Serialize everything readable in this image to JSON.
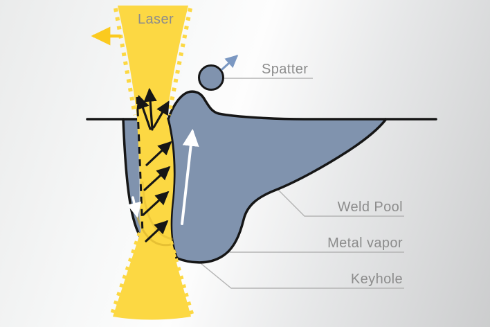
{
  "diagram": {
    "title_context": "Laser deep-penetration welding keyhole diagram",
    "labels": {
      "laser": "Laser",
      "spatter": "Spatter",
      "weld_pool": "Weld Pool",
      "metal_vapor": "Metal vapor",
      "keyhole": "Keyhole"
    },
    "icons": [
      {
        "name": "laser-travel-direction-arrow",
        "glyph": "left-arrow",
        "color_key": "arrow_yellow"
      },
      {
        "name": "spatter-ejection-arrow",
        "glyph": "up-right-arrow",
        "color_key": "spatter_arrow_blue"
      },
      {
        "name": "vapor-escape-arrows",
        "glyph": "fan-of-3-up-arrows",
        "color_key": "outline_black"
      },
      {
        "name": "keyhole-wall-vapor-arrows",
        "glyph": "4-diagonal-up-right-arrows",
        "color_key": "outline_black"
      },
      {
        "name": "melt-flow-up-arrow",
        "glyph": "long-up-arrow",
        "color_key": "white"
      },
      {
        "name": "melt-flow-down-arrow",
        "glyph": "short-down-arrow",
        "color_key": "white"
      }
    ]
  },
  "colors": {
    "laser_yellow": "#fcd843",
    "laser_dark_yellow": "#d7b02a",
    "arrow_yellow": "#fbca1f",
    "pool_blue": "#8093ae",
    "vapor_gray": "#b7c1cb",
    "spatter_arrow_blue": "#7b98c2",
    "outline_black": "#161616",
    "label_gray": "#8c8c8c",
    "leader_gray": "#b4b4b4",
    "white": "#ffffff"
  }
}
